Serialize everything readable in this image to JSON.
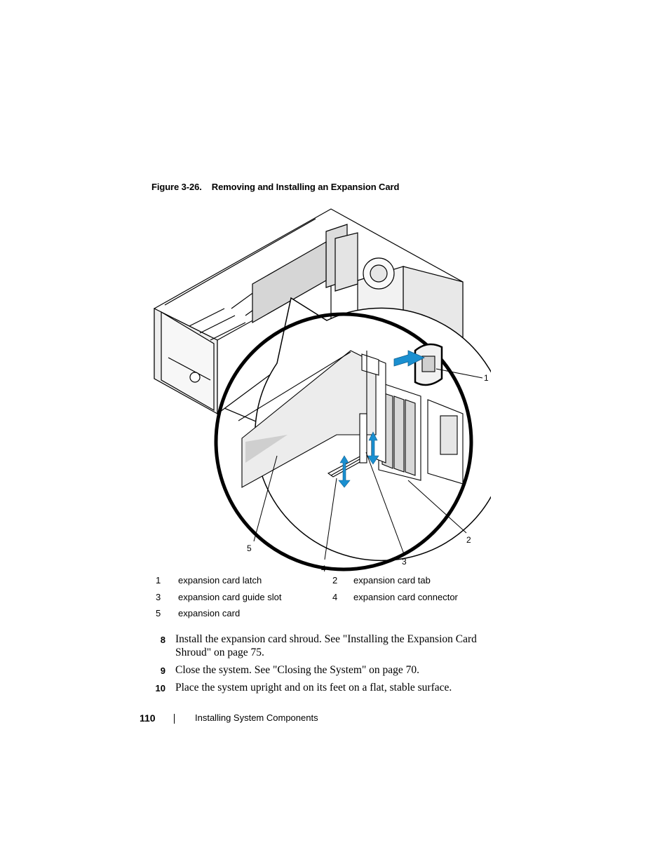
{
  "figure": {
    "number": "Figure 3-26.",
    "title": "Removing and Installing an Expansion Card",
    "callouts": [
      "1",
      "2",
      "3",
      "4",
      "5"
    ]
  },
  "legend": [
    {
      "num": "1",
      "label": "expansion card latch",
      "num2": "2",
      "label2": "expansion card tab"
    },
    {
      "num": "3",
      "label": "expansion card guide slot",
      "num2": "4",
      "label2": "expansion card connector"
    },
    {
      "num": "5",
      "label": "expansion card",
      "num2": "",
      "label2": ""
    }
  ],
  "steps": [
    {
      "num": "8",
      "text": "Install the expansion card shroud. See \"Installing the Expansion Card Shroud\" on page 75."
    },
    {
      "num": "9",
      "text": "Close the system. See \"Closing the System\" on page 70."
    },
    {
      "num": "10",
      "text": "Place the system upright and on its feet on a flat, stable surface."
    }
  ],
  "footer": {
    "page_number": "110",
    "section": "Installing System Components"
  },
  "colors": {
    "arrow_blue": "#1a8fd0",
    "line": "#000000",
    "shade": "#d9d9d9"
  }
}
